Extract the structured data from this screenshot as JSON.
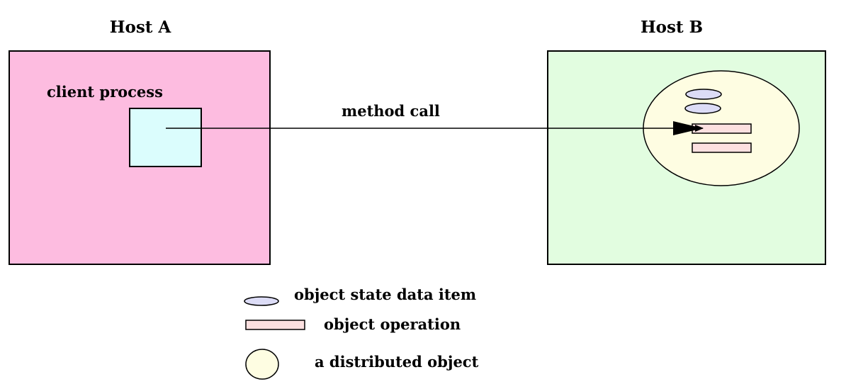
{
  "hosts": {
    "host_a": {
      "label": "Host A",
      "fill": "#fdbce0"
    },
    "host_b": {
      "label": "Host B",
      "fill": "#e2fde0"
    }
  },
  "client": {
    "label": "client process",
    "fill": "#dbfdfd"
  },
  "call": {
    "label": "method call"
  },
  "object": {
    "fill": "#fefde2",
    "state_fill": "#dcdcf6",
    "operation_fill": "#fce0e0"
  },
  "legend": {
    "state_item": "object state data item",
    "operation": "object operation",
    "distributed_object": "a distributed object"
  }
}
